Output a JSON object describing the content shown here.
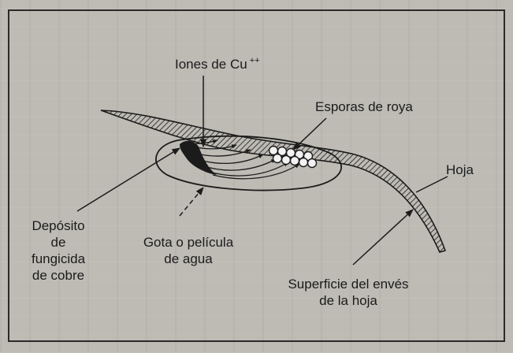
{
  "labels": {
    "ions_text": "Iones de Cu",
    "ions_sup": "++",
    "spores": "Esporas de roya",
    "leaf": "Hoja",
    "deposit_line1": "Depósito",
    "deposit_line2": "de",
    "deposit_line3": "fungicida",
    "deposit_line4": "de cobre",
    "drop_line1": "Gota o película",
    "drop_line2": "de agua",
    "surface_line1": "Superficie del envés",
    "surface_line2": "de la hoja"
  },
  "colors": {
    "background": "#bdbbb4",
    "ink": "#1b1b1b",
    "spore_fill": "#f2f2f2"
  }
}
